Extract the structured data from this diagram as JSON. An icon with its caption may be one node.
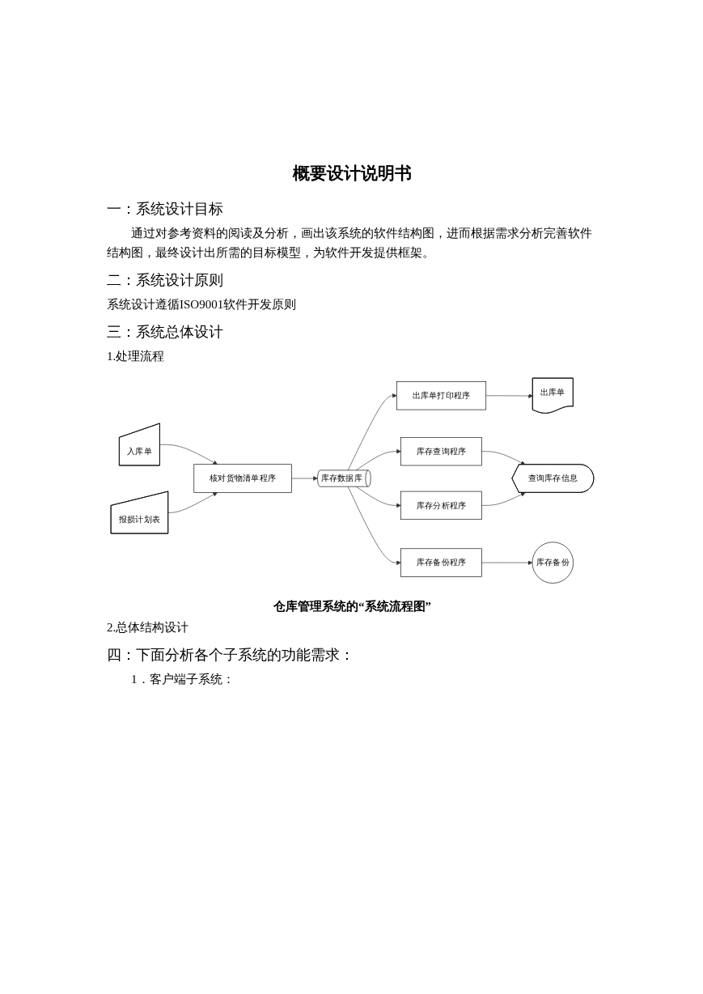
{
  "diagram": {
    "title": "概要设计说明书",
    "nodes": [
      {
        "text": [
          "出库单"
        ]
      },
      {
        "text": [
          "出库单打印程序"
        ]
      },
      {
        "text": [
          "库存查询程序"
        ]
      },
      {
        "text": [
          "入库单"
        ]
      },
      {
        "text": [
          "核对货物清单程序"
        ]
      },
      {
        "text": [
          "库存数据库"
        ]
      },
      {
        "text": [
          "查询库存信息"
        ]
      },
      {
        "text": [
          "报损计划表"
        ]
      },
      {
        "text": [
          "库存分析程序"
        ]
      },
      {
        "text": [
          "库存备份程序"
        ]
      },
      {
        "text": [
          "库存备份"
        ]
      }
    ],
    "edges": [
      {
        "from": 3,
        "to": 4,
        "arrow": "to"
      },
      {
        "from": 7,
        "to": 4,
        "arrow": "to"
      },
      {
        "from": 4,
        "to": 5,
        "arrow": "to"
      },
      {
        "from": 5,
        "to": 1,
        "arrow": "to"
      },
      {
        "from": 1,
        "to": 0,
        "arrow": "to"
      },
      {
        "from": 5,
        "to": 2,
        "arrow": "to"
      },
      {
        "from": 5,
        "to": 8,
        "arrow": "to"
      },
      {
        "from": 5,
        "to": 9,
        "arrow": "to"
      },
      {
        "from": 9,
        "to": 10,
        "arrow": "to"
      },
      {
        "from": 2,
        "to": 6,
        "arrow": "to"
      },
      {
        "from": 8,
        "to": 6,
        "arrow": "to"
      }
    ],
    "caption": "仓库管理系统的“系统流程图”",
    "labels": [
      "一：系统设计目标",
      "通过对参考资料的阅读及分析，画出该系统的软件结构图，进而根据需求分析完善软件结构图，最终设计出所需的目标模型，为软件开发提供框架。",
      "二：系统设计原则",
      "系统设计遵循ISO9001软件开发原则",
      "三：系统总体设计",
      "1.处理流程",
      "2.总体结构设计",
      "四：下面分析各个子系统的功能需求：",
      "1．客户端子系统："
    ]
  }
}
